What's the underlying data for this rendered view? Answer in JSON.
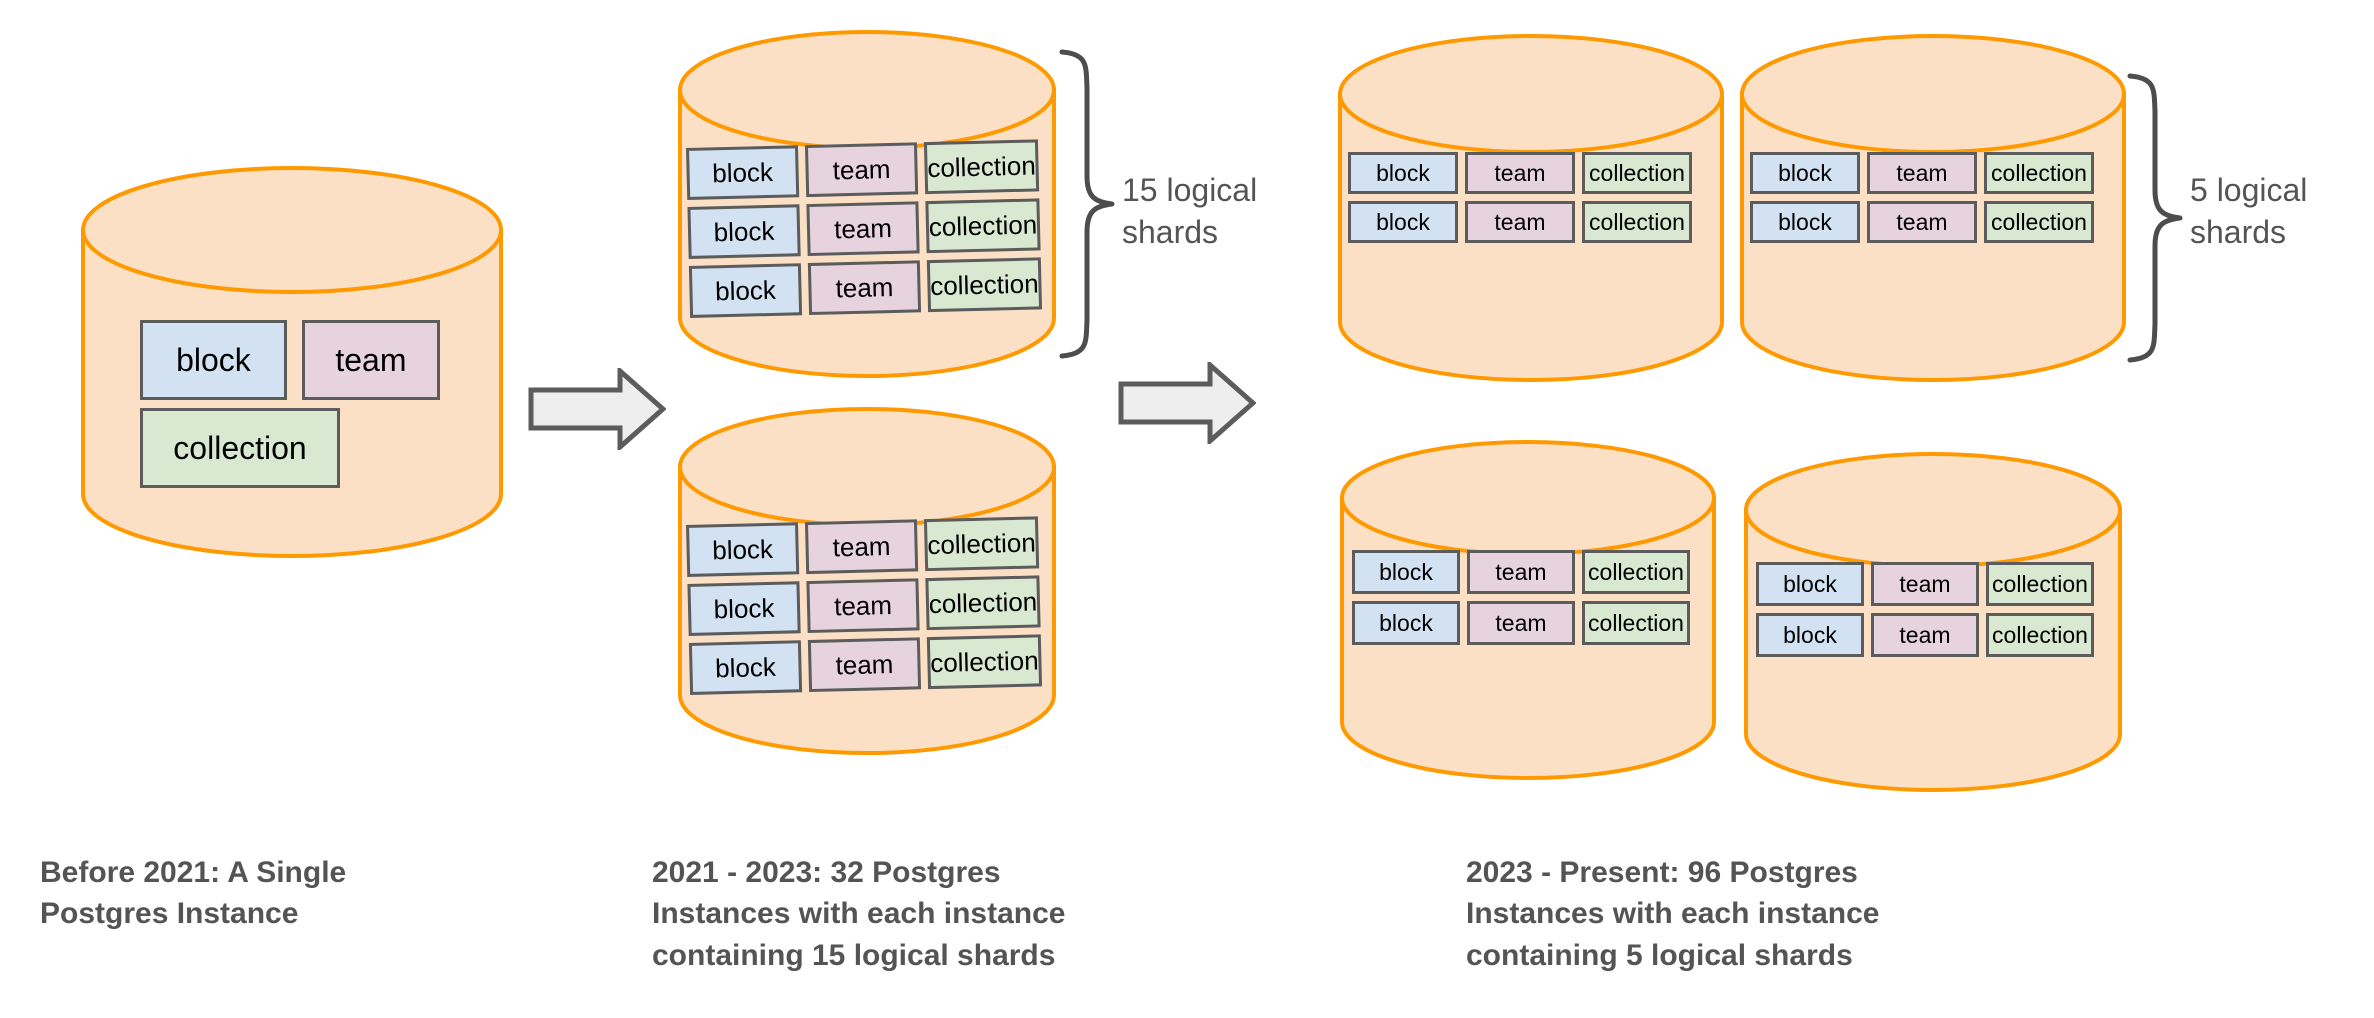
{
  "diagram": {
    "title_hidden": "",
    "colors": {
      "cylinder_fill": "#fbe0c6",
      "cylinder_stroke": "#ff9900",
      "block_fill": "#d2e2f2",
      "team_fill": "#e7d3de",
      "collection_fill": "#d9e8d0",
      "box_stroke": "#5c5c5c",
      "arrow_fill": "#eeeeee",
      "arrow_stroke": "#5c5c5c",
      "text": "#545454",
      "background": "#ffffff"
    },
    "shard_labels": {
      "block": "block",
      "team": "team",
      "collection": "collection"
    },
    "stages": [
      {
        "id": "stage-before-2021",
        "caption": "Before 2021: A Single\nPostgres Instance",
        "instance_count": 1,
        "rows_per_instance": 1,
        "tables": [
          "block",
          "team",
          "collection"
        ]
      },
      {
        "id": "stage-2021-2023",
        "caption": "2021 - 2023: 32 Postgres\nInstances with each instance\ncontaining 15 logical shards",
        "instance_count": 32,
        "shards_per_instance": 15,
        "brace_label": "15 logical\nshards",
        "rows_per_instance": 3,
        "tables": [
          "block",
          "team",
          "collection"
        ]
      },
      {
        "id": "stage-2023-present",
        "caption": "2023 - Present: 96 Postgres\nInstances with each instance\ncontaining 5 logical shards",
        "instance_count": 96,
        "shards_per_instance": 5,
        "brace_label": "5 logical\nshards",
        "rows_per_instance": 2,
        "tables": [
          "block",
          "team",
          "collection"
        ]
      }
    ],
    "arrows": [
      {
        "id": "arrow-1",
        "name": "transition-arrow-1"
      },
      {
        "id": "arrow-2",
        "name": "transition-arrow-2"
      }
    ]
  }
}
